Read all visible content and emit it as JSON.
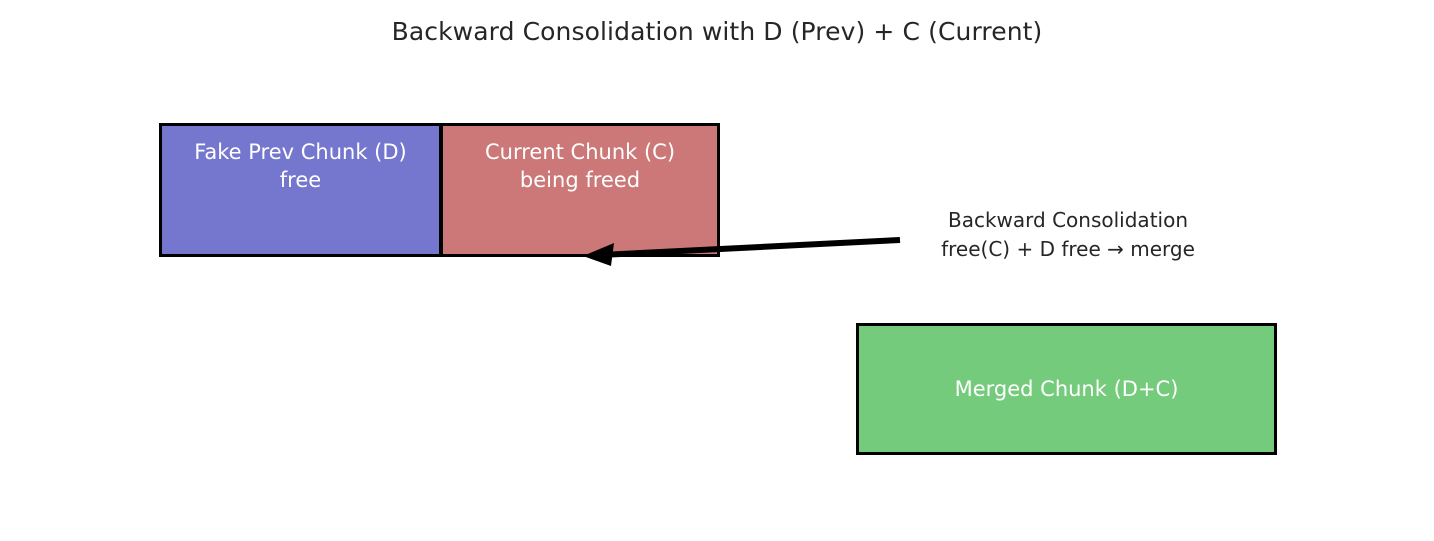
{
  "diagram": {
    "title": "Backward Consolidation with D (Prev) + C (Current)",
    "background_color": "#ffffff",
    "title_color": "#262626",
    "blocks": [
      {
        "id": "prev-chunk",
        "label": "Fake Prev Chunk (D)\nfree",
        "fill": "#7577ce",
        "border": "#000000",
        "text_color": "#ffffff"
      },
      {
        "id": "current-chunk",
        "label": "Current Chunk (C)\nbeing freed",
        "fill": "#cc7878",
        "border": "#000000",
        "text_color": "#ffffff"
      },
      {
        "id": "merged-chunk",
        "label": "Merged Chunk (D+C)",
        "fill": "#74cb7c",
        "border": "#000000",
        "text_color": "#ffffff"
      }
    ],
    "annotation": {
      "label": "Backward Consolidation\nfree(C) + D free → merge",
      "color": "#262626"
    },
    "arrow": {
      "name": "backward-consolidation-arrow",
      "color": "#000000",
      "direction": "right-to-left",
      "from": "annotation",
      "to": "current-chunk"
    }
  }
}
